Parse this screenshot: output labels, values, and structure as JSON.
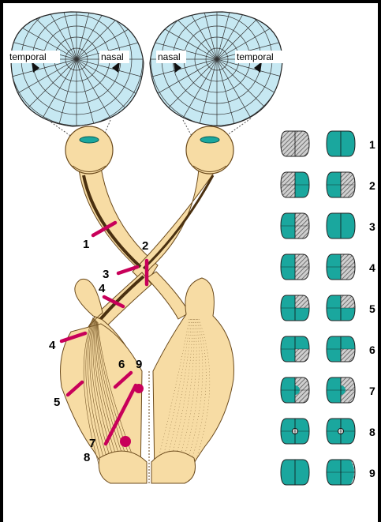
{
  "field_labels": {
    "left_temporal": "temporal",
    "left_nasal": "nasal",
    "right_nasal": "nasal",
    "right_temporal": "temporal"
  },
  "lesion_labels": {
    "l1": "1",
    "l2": "2",
    "l3": "3",
    "l4a": "4",
    "l4b": "4",
    "l5": "5",
    "l6": "6",
    "l7": "7",
    "l8": "8",
    "l9": "9"
  },
  "defect_rows": [
    {
      "number": "1",
      "left": "blind",
      "right": "normal"
    },
    {
      "number": "2",
      "left": "blind-temporal",
      "right": "blind-temporal"
    },
    {
      "number": "3",
      "left": "blind-nasal",
      "right": "normal"
    },
    {
      "number": "4",
      "left": "blind-right",
      "right": "blind-right"
    },
    {
      "number": "5",
      "left": "blind-upper-right",
      "right": "blind-upper-right"
    },
    {
      "number": "6",
      "left": "blind-lower-right",
      "right": "blind-lower-right"
    },
    {
      "number": "7",
      "left": "blind-right-macular-sparing",
      "right": "blind-right-macular-sparing"
    },
    {
      "number": "8",
      "left": "central-scotoma",
      "right": "central-scotoma"
    },
    {
      "number": "9",
      "left": "normal",
      "right": "blind-temporal-crescent"
    }
  ],
  "colors": {
    "field": "#c6e8f2",
    "tract": "#f7dca4",
    "tract_line": "#6b4a1c",
    "lesion": "#c8005a",
    "seeing": "#1aa79e",
    "blind": "#9a9a9a"
  }
}
